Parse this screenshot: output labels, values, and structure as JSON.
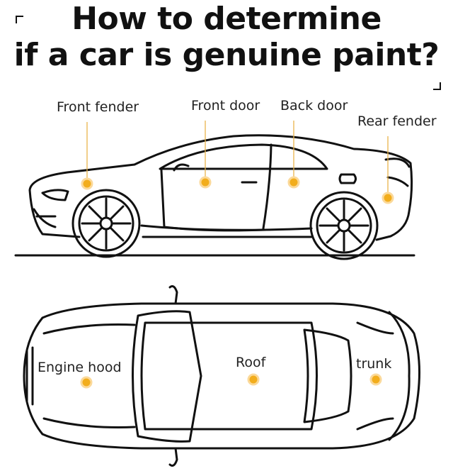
{
  "title": {
    "line1": "How to determine",
    "line2": "if a car is genuine paint?"
  },
  "labels": {
    "front_fender": "Front fender",
    "front_door": "Front door",
    "back_door": "Back door",
    "rear_fender": "Rear fender",
    "engine_hood": "Engine hood",
    "roof": "Roof",
    "trunk": "trunk"
  },
  "colors": {
    "marker": "#f2ad1c",
    "leader": "#e9b44c",
    "outline": "#111111"
  }
}
